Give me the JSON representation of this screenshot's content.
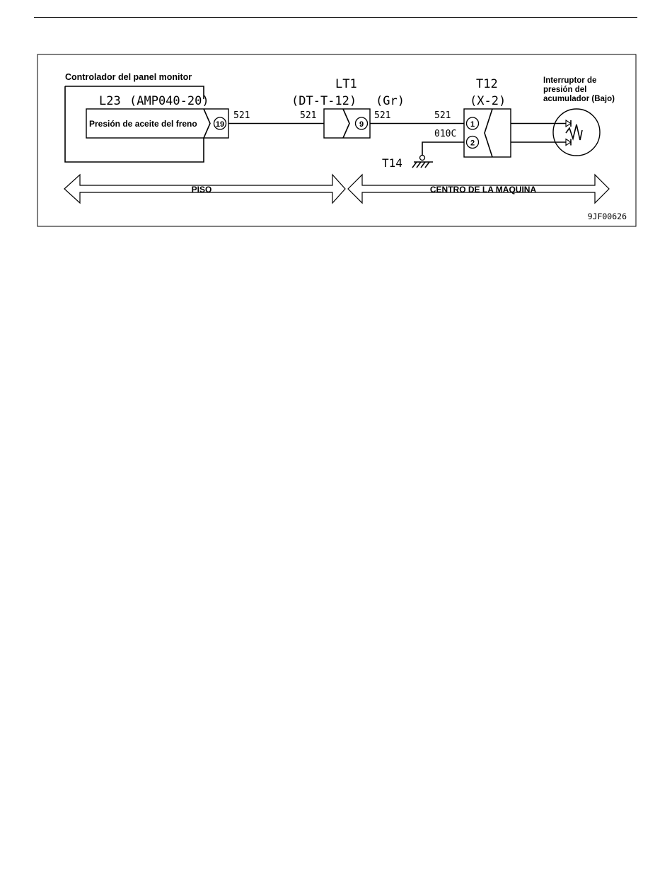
{
  "diagram": {
    "controller_label": "Controlador del panel monitor",
    "l23": {
      "name": "L23",
      "spec": "(AMP040-20)",
      "function": "Presión de aceite del freno",
      "pin": "19"
    },
    "lt1": {
      "name": "LT1",
      "spec": "(DT-T-12)",
      "color": "(Gr)",
      "pin": "9"
    },
    "t12": {
      "name": "T12",
      "spec": "(X-2)",
      "pin1": "1",
      "pin2": "2"
    },
    "switch_label": [
      "Interruptor de",
      "presión del",
      "acumulador (Bajo)"
    ],
    "wires": {
      "w_a": "521",
      "w_b": "521",
      "w_c": "521",
      "w_d": "521",
      "w_ground": "010C"
    },
    "ground_label": "T14",
    "zones": {
      "left": "PISO",
      "right": "CENTRO DE LA MAQUINA"
    },
    "figure_id": "9JF00626"
  }
}
